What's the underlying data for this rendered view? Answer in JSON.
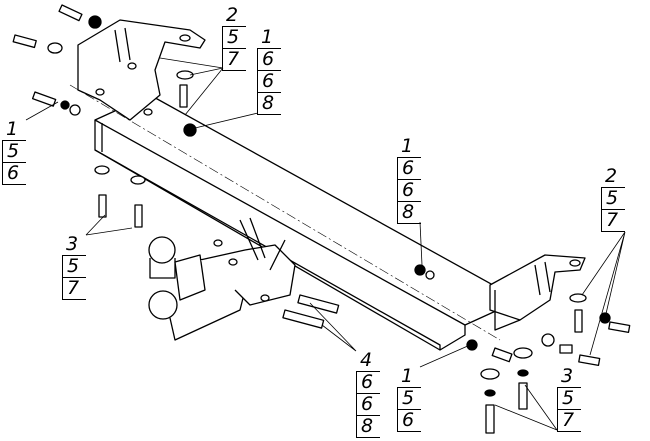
{
  "callouts": {
    "top_mid": [
      "2",
      "5",
      "7"
    ],
    "top_right": [
      "1",
      "6",
      "6",
      "8"
    ],
    "left": [
      "1",
      "5",
      "6"
    ],
    "left_low": [
      "3",
      "5",
      "7"
    ],
    "mid": [
      "1",
      "6",
      "6",
      "8"
    ],
    "right": [
      "2",
      "5",
      "7"
    ],
    "bottom_a": [
      "4",
      "6",
      "6",
      "8"
    ],
    "bottom_b": [
      "1",
      "5",
      "6"
    ],
    "bottom_c": [
      "3",
      "5",
      "7"
    ]
  }
}
